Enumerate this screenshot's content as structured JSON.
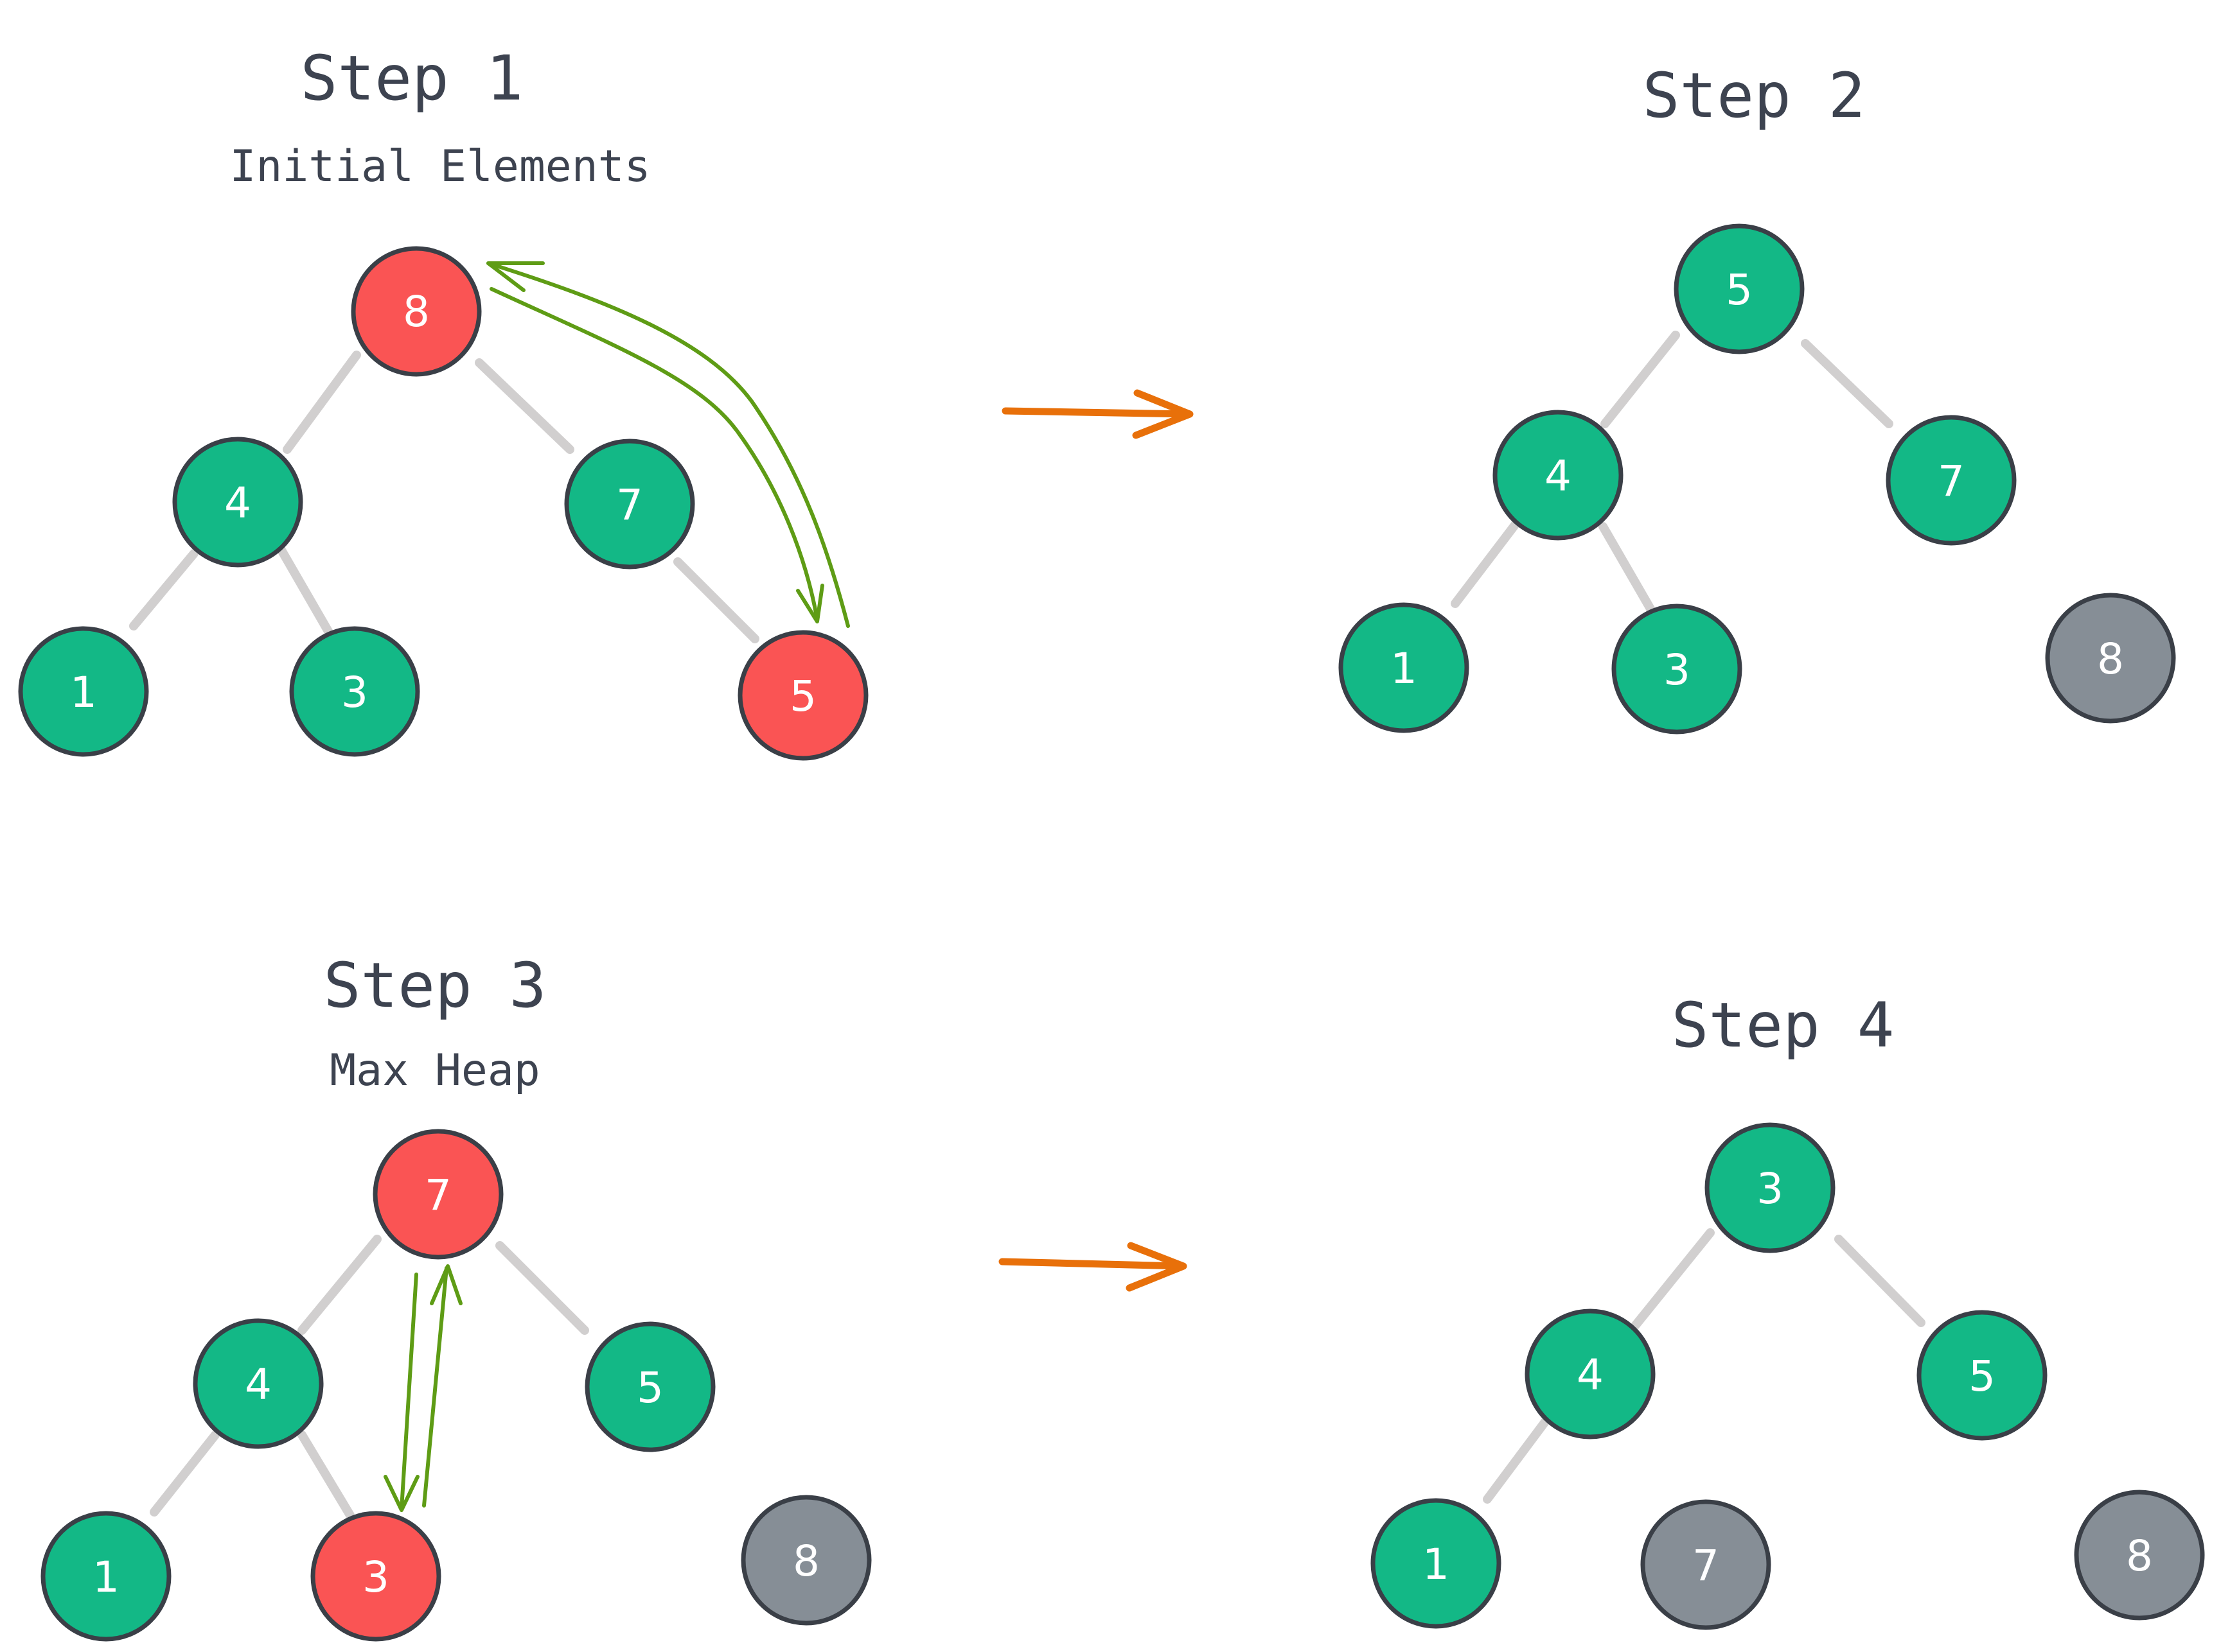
{
  "colors": {
    "active": "#fa5454",
    "normal": "#13b886",
    "sorted": "#868e96",
    "swap_arrow": "#5e9c15",
    "step_arrow": "#e8700a",
    "edge": "#d1cfcf",
    "outline": "#3a3f47",
    "text": "#3d4350"
  },
  "steps": [
    {
      "title": "Step 1",
      "subtitle": "Initial Elements",
      "nodes": [
        {
          "label": "8",
          "state": "active"
        },
        {
          "label": "4",
          "state": "normal"
        },
        {
          "label": "7",
          "state": "normal"
        },
        {
          "label": "1",
          "state": "normal"
        },
        {
          "label": "3",
          "state": "normal"
        },
        {
          "label": "5",
          "state": "active"
        }
      ]
    },
    {
      "title": "Step 2",
      "subtitle": "",
      "nodes": [
        {
          "label": "5",
          "state": "normal"
        },
        {
          "label": "4",
          "state": "normal"
        },
        {
          "label": "7",
          "state": "normal"
        },
        {
          "label": "1",
          "state": "normal"
        },
        {
          "label": "3",
          "state": "normal"
        },
        {
          "label": "8",
          "state": "sorted"
        }
      ]
    },
    {
      "title": "Step 3",
      "subtitle": "Max Heap",
      "nodes": [
        {
          "label": "7",
          "state": "active"
        },
        {
          "label": "4",
          "state": "normal"
        },
        {
          "label": "5",
          "state": "normal"
        },
        {
          "label": "1",
          "state": "normal"
        },
        {
          "label": "3",
          "state": "active"
        },
        {
          "label": "8",
          "state": "sorted"
        }
      ]
    },
    {
      "title": "Step 4",
      "subtitle": "",
      "nodes": [
        {
          "label": "3",
          "state": "normal"
        },
        {
          "label": "4",
          "state": "normal"
        },
        {
          "label": "5",
          "state": "normal"
        },
        {
          "label": "1",
          "state": "normal"
        },
        {
          "label": "7",
          "state": "sorted"
        },
        {
          "label": "8",
          "state": "sorted"
        }
      ]
    }
  ]
}
